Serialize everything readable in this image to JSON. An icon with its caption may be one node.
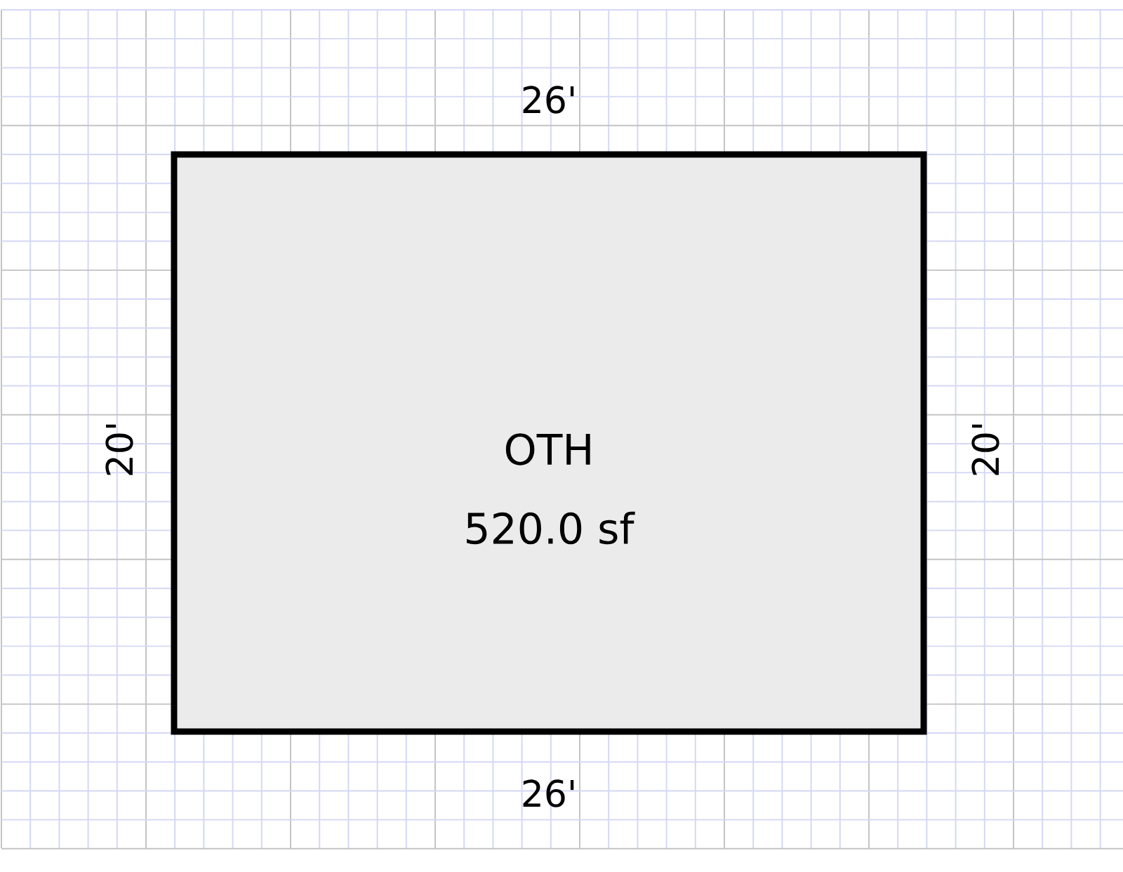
{
  "diagram": {
    "nodes": [
      {
        "text": [
          "OTH",
          "520.0 sf"
        ]
      }
    ],
    "labels": [
      "26'",
      "20'",
      "20'",
      "26'"
    ]
  }
}
